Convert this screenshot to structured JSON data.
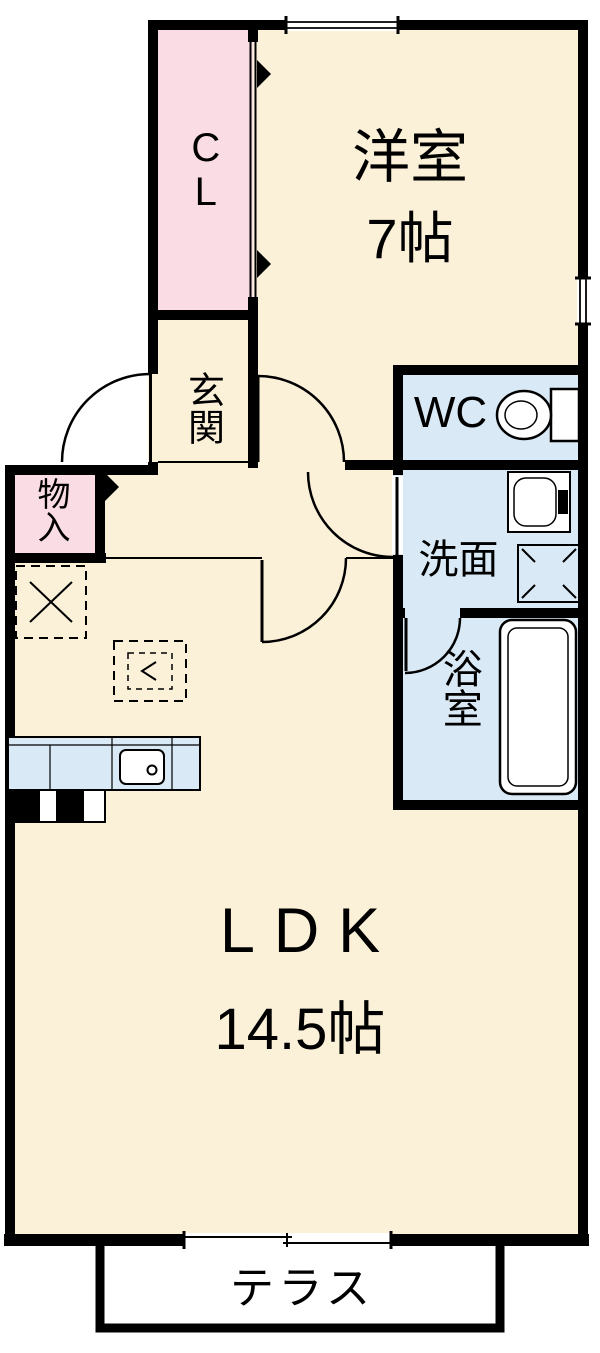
{
  "floorplan": {
    "rooms": {
      "western_room": {
        "label": "洋室",
        "size": "7帖"
      },
      "closet": {
        "label": "CL"
      },
      "entrance": {
        "label": "玄関"
      },
      "wc": {
        "label": "WC"
      },
      "washroom": {
        "label": "洗面"
      },
      "bathroom": {
        "label": "浴室"
      },
      "storage": {
        "label": "物入"
      },
      "ldk": {
        "label": "LDK",
        "size": "14.5帖"
      },
      "terrace": {
        "label": "テラス"
      }
    },
    "colors": {
      "wall": "#000000",
      "background": "#ffffff",
      "room_cream": "#fbf1d9",
      "room_pink": "#fadde4",
      "room_blue": "#d9e9f5"
    }
  }
}
